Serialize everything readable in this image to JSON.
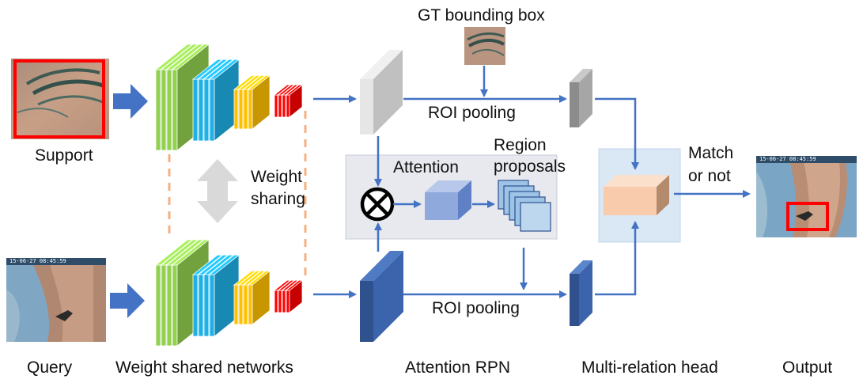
{
  "labels": {
    "gt_bbox": "GT bounding box",
    "roi_top": "ROI pooling",
    "roi_bottom": "ROI pooling",
    "support": "Support",
    "query": "Query",
    "weight_sharing_1": "Weight",
    "weight_sharing_2": "sharing",
    "attention": "Attention",
    "region_proposals_1": "Region",
    "region_proposals_2": "proposals",
    "match_1": "Match",
    "match_2": "or not",
    "col_query": "Query",
    "col_networks": "Weight shared networks",
    "col_attention_rpn": "Attention RPN",
    "col_multi_relation": "Multi-relation head",
    "col_output": "Output"
  },
  "timestamps": {
    "query": "15-06-27 08:45:59",
    "output": "15-06-27 08:45:59"
  },
  "colors": {
    "arrow": "#4472c4",
    "green": "#92d050",
    "blue": "#1fb0e6",
    "yellow": "#ffc000",
    "red": "#ff0000",
    "dark_blue": "#2f528f",
    "gray_light": "#d9d9d9",
    "gray_dark": "#8c8c8c",
    "peach": "#f8cbad",
    "panel_gray": "#e7e9ee",
    "panel_blue": "#dae8f5",
    "highlight_box": "#ff0000",
    "dash": "#f4b183"
  }
}
